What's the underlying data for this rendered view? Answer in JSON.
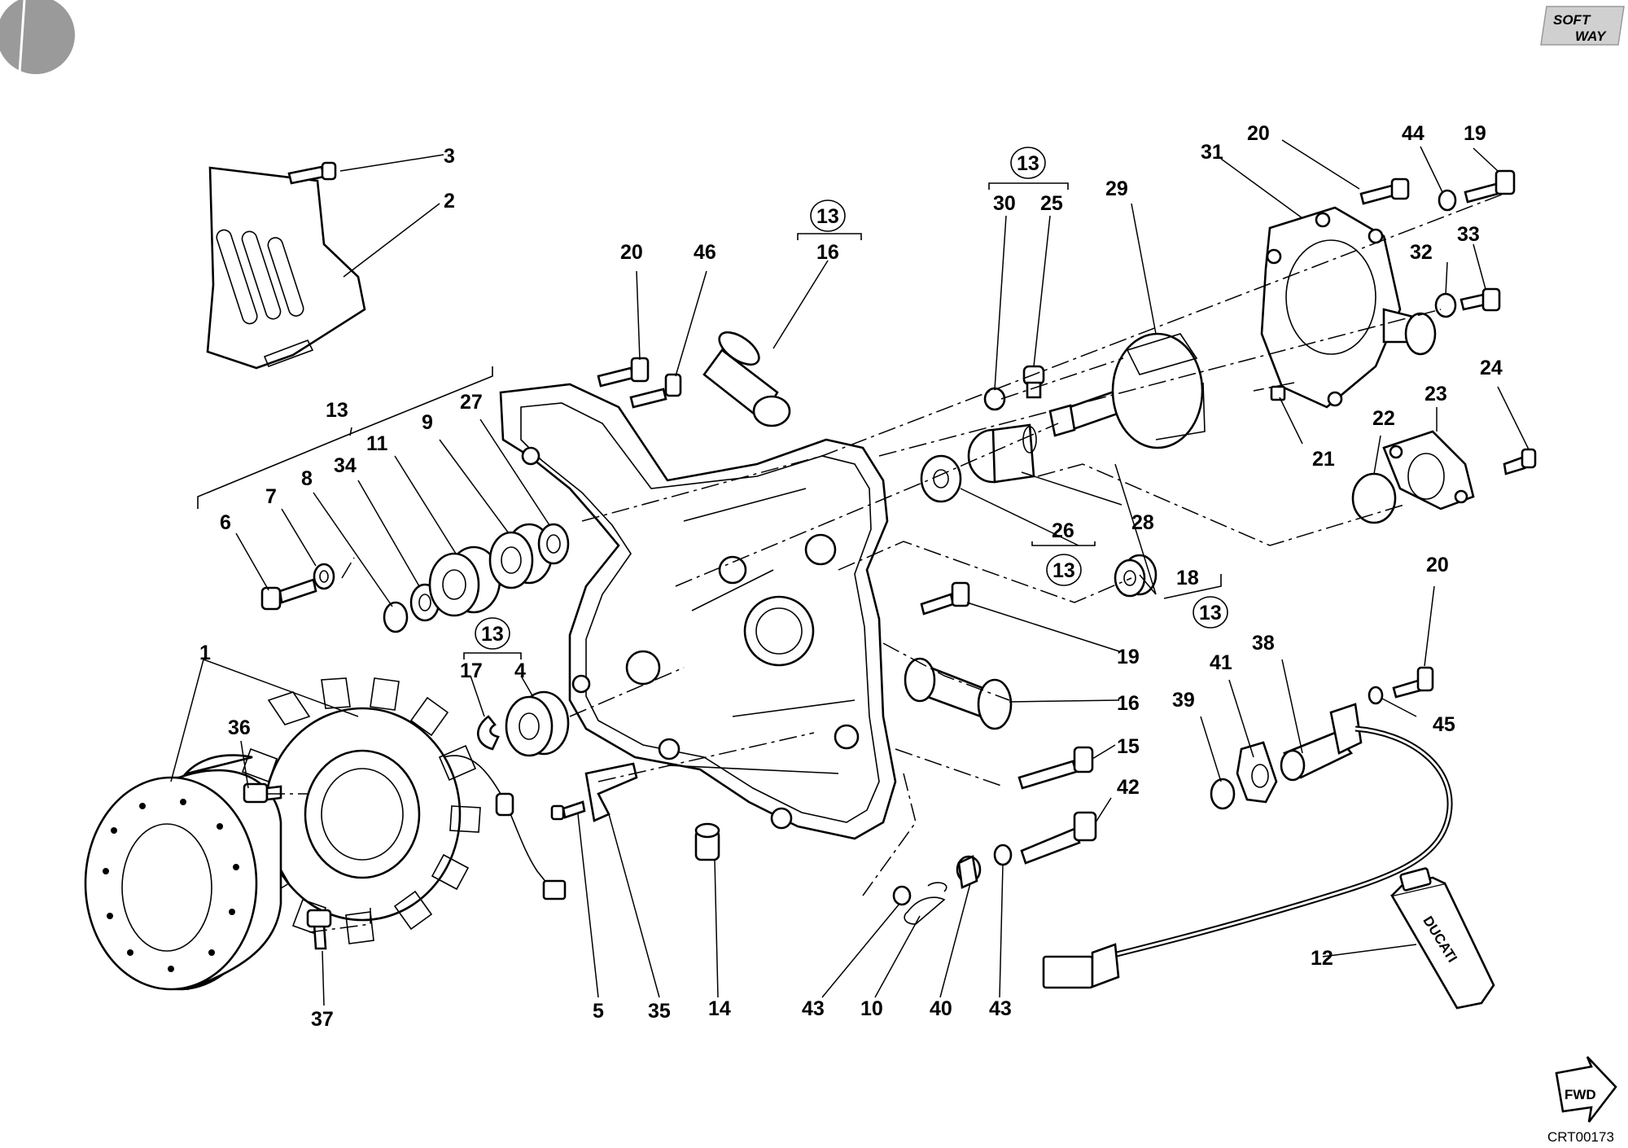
{
  "brand": {
    "logo_text_top": "SOFT",
    "logo_text_bottom": "WAY"
  },
  "drawing_code": "CRT00173",
  "direction_label": "FWD",
  "tube_label": "DUCATI",
  "kit_ref": "13",
  "callouts": [
    {
      "id": "c3",
      "text": "3"
    },
    {
      "id": "c2",
      "text": "2"
    },
    {
      "id": "c13a",
      "text": "13"
    },
    {
      "id": "c6",
      "text": "6"
    },
    {
      "id": "c7",
      "text": "7"
    },
    {
      "id": "c8",
      "text": "8"
    },
    {
      "id": "c34",
      "text": "34"
    },
    {
      "id": "c11",
      "text": "11"
    },
    {
      "id": "c9",
      "text": "9"
    },
    {
      "id": "c27",
      "text": "27"
    },
    {
      "id": "c20a",
      "text": "20"
    },
    {
      "id": "c46",
      "text": "46"
    },
    {
      "id": "c16a",
      "text": "16"
    },
    {
      "id": "c30",
      "text": "30"
    },
    {
      "id": "c25",
      "text": "25"
    },
    {
      "id": "c29",
      "text": "29"
    },
    {
      "id": "c31",
      "text": "31"
    },
    {
      "id": "c20b",
      "text": "20"
    },
    {
      "id": "c44",
      "text": "44"
    },
    {
      "id": "c19a",
      "text": "19"
    },
    {
      "id": "c32",
      "text": "32"
    },
    {
      "id": "c33",
      "text": "33"
    },
    {
      "id": "c24",
      "text": "24"
    },
    {
      "id": "c23",
      "text": "23"
    },
    {
      "id": "c22",
      "text": "22"
    },
    {
      "id": "c21",
      "text": "21"
    },
    {
      "id": "c28",
      "text": "28"
    },
    {
      "id": "c26",
      "text": "26"
    },
    {
      "id": "c18",
      "text": "18"
    },
    {
      "id": "c19b",
      "text": "19"
    },
    {
      "id": "c16b",
      "text": "16"
    },
    {
      "id": "c15",
      "text": "15"
    },
    {
      "id": "c42",
      "text": "42"
    },
    {
      "id": "c20c",
      "text": "20"
    },
    {
      "id": "c38",
      "text": "38"
    },
    {
      "id": "c41",
      "text": "41"
    },
    {
      "id": "c39",
      "text": "39"
    },
    {
      "id": "c45",
      "text": "45"
    },
    {
      "id": "c12",
      "text": "12"
    },
    {
      "id": "c1",
      "text": "1"
    },
    {
      "id": "c36",
      "text": "36"
    },
    {
      "id": "c17",
      "text": "17"
    },
    {
      "id": "c4",
      "text": "4"
    },
    {
      "id": "c37",
      "text": "37"
    },
    {
      "id": "c5",
      "text": "5"
    },
    {
      "id": "c35",
      "text": "35"
    },
    {
      "id": "c14",
      "text": "14"
    },
    {
      "id": "c43a",
      "text": "43"
    },
    {
      "id": "c10",
      "text": "10"
    },
    {
      "id": "c40",
      "text": "40"
    },
    {
      "id": "c43b",
      "text": "43"
    }
  ]
}
